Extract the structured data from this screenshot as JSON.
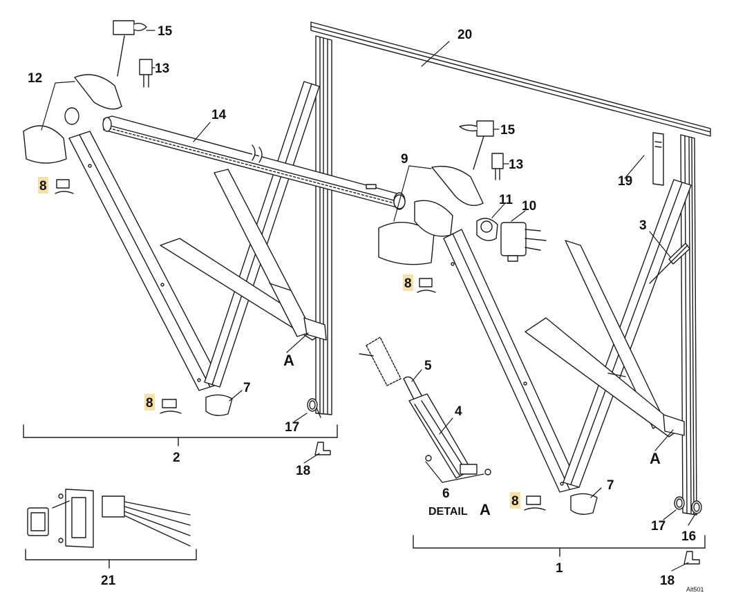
{
  "figure_id": "Alt501",
  "colors": {
    "line": "#1a1a1a",
    "fill": "#ffffff",
    "shade": "#e6e6e6",
    "highlight": "#f7e0a3"
  },
  "labels": {
    "p1": "1",
    "p2": "2",
    "p3": "3",
    "p4": "4",
    "p5": "5",
    "p6": "6",
    "p7": "7",
    "p8": "8",
    "p9": "9",
    "p10": "10",
    "p11": "11",
    "p12": "12",
    "p13": "13",
    "p14": "14",
    "p15": "15",
    "p16": "16",
    "p17": "17",
    "p18": "18",
    "p19": "19",
    "p20": "20",
    "p21": "21"
  },
  "detail": {
    "letter": "A",
    "word": "DETAIL"
  },
  "highlighted_part": "8"
}
